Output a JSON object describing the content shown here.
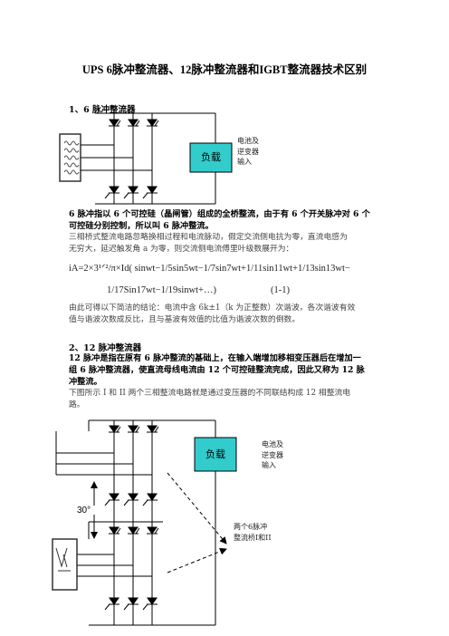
{
  "title": "UPS 6脉冲整流器、12脉冲整流器和IGBT整流器技术区别",
  "section1": {
    "heading": "1、6 脉冲整流器",
    "load_label": "负载",
    "side_lines": [
      "电池及",
      "逆变器",
      "输入"
    ],
    "bold_lines": [
      "6 脉冲指以 6 个可控硅（晶闸管）组成的全桥整流，由于有 6 个开关脉冲对 6 个",
      "可控硅分别控制，所以叫 6 脉冲整流。"
    ],
    "body_lines": [
      "三相桥式整流电路忽略换相过程和电流脉动，假定交流侧电抗为零，直流电感为",
      "无穷大，延迟触发角 a 为零，则交流侧电流傅里叶级数展开为："
    ],
    "formula_line1": "iA=2×3¹ᐟ²/π×Id( sinwt−1/5sin5wt−1/7sin7wt+1/11sin11wt+1/13sin13wt−",
    "formula_line2": "1/17Sin17wt−1/19sinwt+…)",
    "formula_number": "(1-1)",
    "conclusion_lines": [
      "由此可得以下简洁的结论：电流中含 6k±1（k 为正整数）次谐波，各次谐波有效",
      "值与谐波次数成反比，且与基波有效值的比值为谐波次数的倒数。"
    ]
  },
  "section2": {
    "heading": "2、12 脉冲整流器",
    "bold_lines": [
      "12 脉冲是指在原有 6 脉冲整流的基础上，在输入端增加移相变压器后在增加一",
      "组 6 脉冲整流器，使直流母线电流由 12 个可控硅整流完成，因此又称为 12 脉",
      "冲整流。"
    ],
    "body_lines": [
      "下图所示 I 和 II 两个三相整流电路就是通过变压器的不同联结构成 12 相整流电",
      "路。"
    ],
    "load_label": "负载",
    "side_lines": [
      "电池及",
      "逆变器",
      "输入"
    ],
    "phase_label": "30°",
    "bridge_lines": [
      "两个6脉冲",
      "整流桥I和II"
    ]
  },
  "colors": {
    "load_fill": "#33cccc",
    "side_text": "#222222"
  }
}
